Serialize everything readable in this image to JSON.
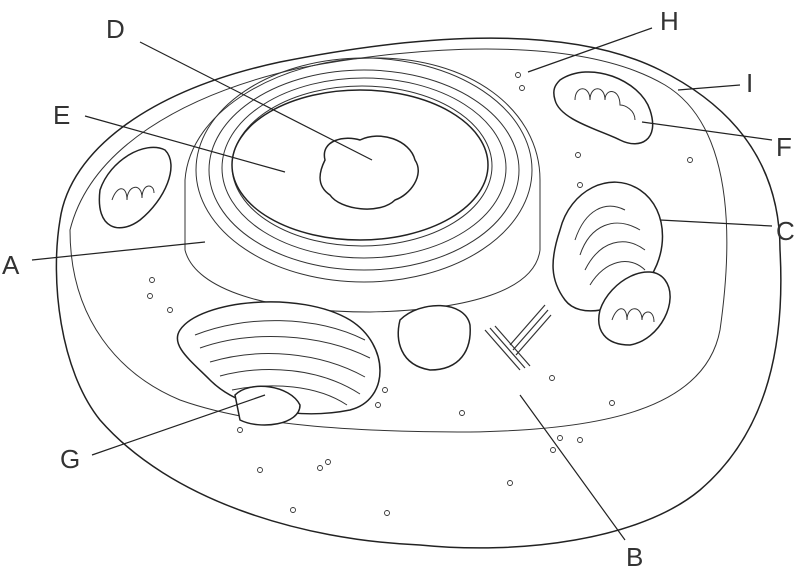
{
  "title": "Animal cell diagram",
  "labels": {
    "A": "A",
    "B": "B",
    "C": "C",
    "D": "D",
    "E": "E",
    "F": "F",
    "G": "G",
    "H": "H",
    "I": "I"
  }
}
